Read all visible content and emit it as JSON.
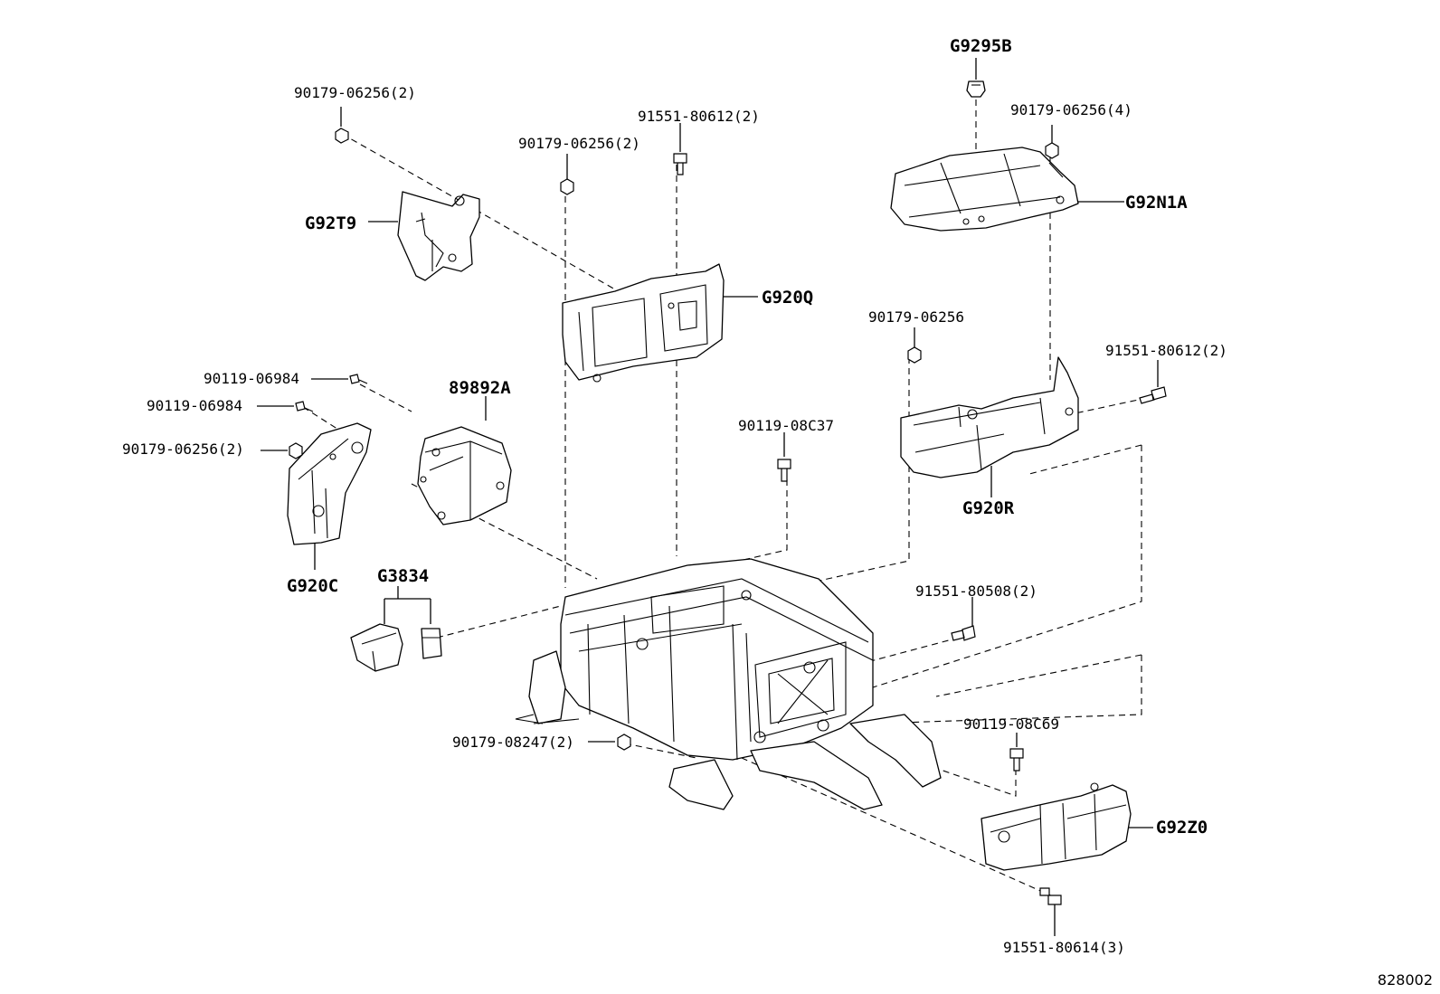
{
  "labels": {
    "g9295b": "G9295B",
    "p90179_06256_4": "90179-06256(4)",
    "g92n1a": "G92N1A",
    "p90179_06256_2_top": "90179-06256(2)",
    "p91551_80612_2_top": "91551-80612(2)",
    "p90179_06256_2_mid": "90179-06256(2)",
    "g92t9": "G92T9",
    "g920q": "G920Q",
    "p90179_06256": "90179-06256",
    "p91551_80612_2_right": "91551-80612(2)",
    "p90119_06984_a": "90119-06984",
    "p90119_06984_b": "90119-06984",
    "p89892a": "89892A",
    "p90179_06256_2_left": "90179-06256(2)",
    "p90119_08c37": "90119-08C37",
    "g920r": "G920R",
    "g920c": "G920C",
    "g3834": "G3834",
    "p91551_80508_2": "91551-80508(2)",
    "p90119_08c69": "90119-08C69",
    "p90179_08247_2": "90179-08247(2)",
    "g92z0": "G92Z0",
    "p91551_80614_3": "91551-80614(3)"
  },
  "figure_ref": "828002"
}
